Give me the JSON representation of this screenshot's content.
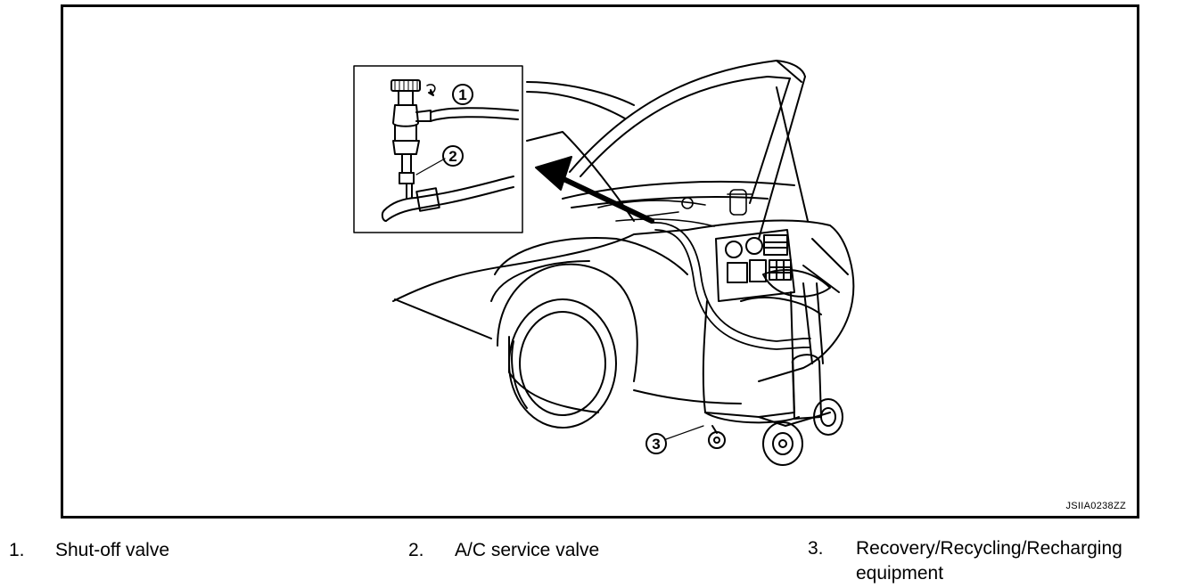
{
  "figure": {
    "code": "JSIIA0238ZZ",
    "callouts": [
      "1",
      "2",
      "3"
    ]
  },
  "legend": [
    {
      "number": "1.",
      "label": "Shut-off valve"
    },
    {
      "number": "2.",
      "label": "A/C service valve"
    },
    {
      "number": "3.",
      "label": "Recovery/Recycling/Recharging",
      "label_line2": "equipment"
    }
  ]
}
